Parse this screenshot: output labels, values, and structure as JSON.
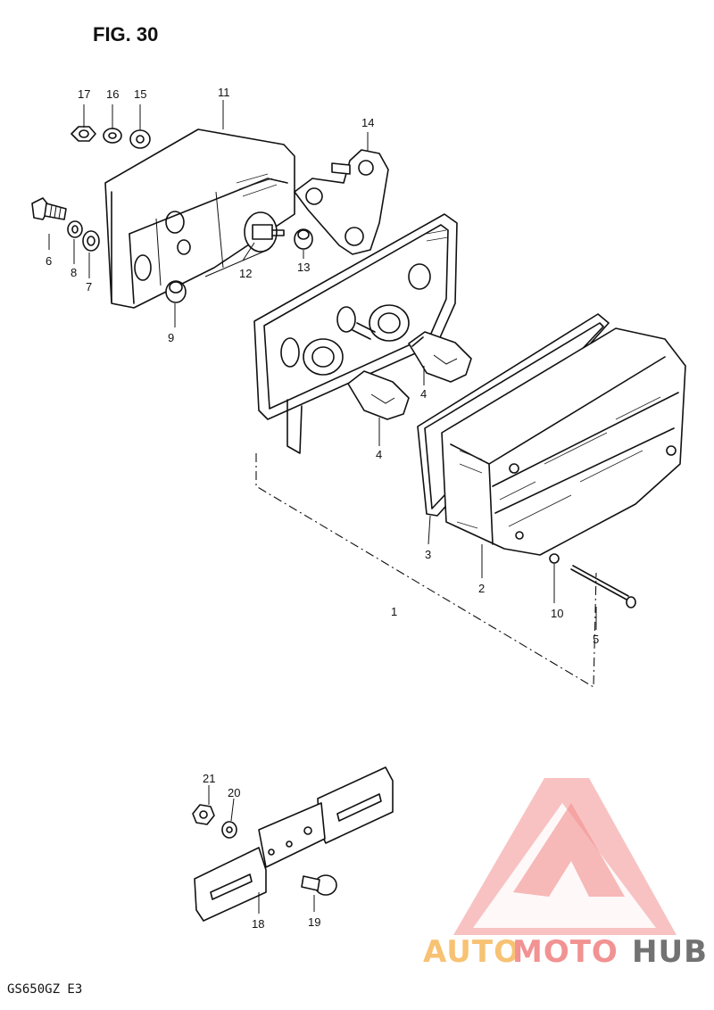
{
  "figure_title": "FIG. 30",
  "model_label": "GS650GZ E3",
  "callouts": [
    "1",
    "2",
    "3",
    "4",
    "4",
    "5",
    "6",
    "7",
    "8",
    "9",
    "10",
    "11",
    "12",
    "13",
    "14",
    "15",
    "16",
    "17",
    "18",
    "19",
    "20",
    "21"
  ],
  "watermark": {
    "word1": "AUTO",
    "word2": "MOTO",
    "word3": "HUB",
    "color_auto": "#f6b85c",
    "color_moto": "#f08080",
    "color_hub": "#5a5a5a",
    "logo_color": "#f07b7b"
  }
}
